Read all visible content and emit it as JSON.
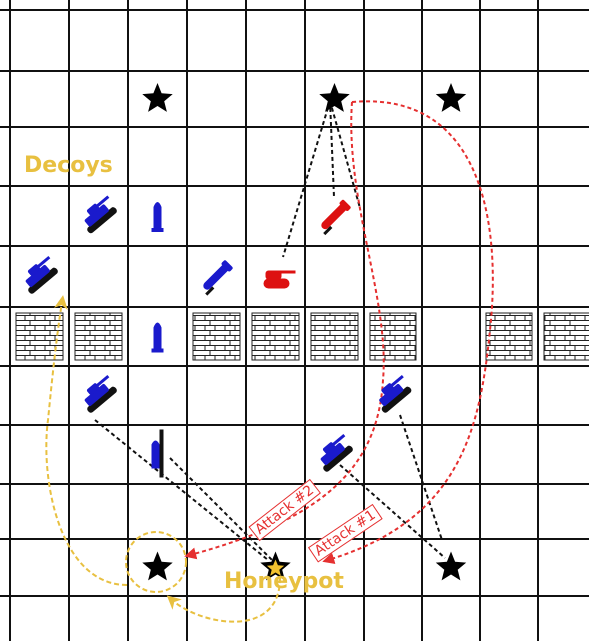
{
  "labels": {
    "decoys": "Decoys",
    "honeypot": "Honeypot",
    "attack1": "Attack #1",
    "attack2": "Attack #2"
  },
  "colors": {
    "grid": "#111111",
    "defender": "#1a1acc",
    "attacker": "#dd1111",
    "attack_path": "#e53030",
    "decoy_path": "#e8c040",
    "star": "#000000",
    "honeypot_star": "#f2c230"
  },
  "grid": {
    "columns": 10,
    "rows": 11
  },
  "icons": {
    "stars": [
      {
        "col": 2,
        "row": 1,
        "type": "target"
      },
      {
        "col": 5,
        "row": 1,
        "type": "target"
      },
      {
        "col": 7,
        "row": 1,
        "type": "target"
      },
      {
        "col": 2,
        "row": 9,
        "type": "target"
      },
      {
        "col": 4,
        "row": 9,
        "type": "honeypot"
      },
      {
        "col": 7,
        "row": 9,
        "type": "target"
      }
    ],
    "walls": [
      [
        0,
        5
      ],
      [
        1,
        5
      ],
      [
        3,
        5
      ],
      [
        4,
        5
      ],
      [
        5,
        5
      ],
      [
        6,
        5
      ],
      [
        8,
        5
      ],
      [
        9,
        5
      ]
    ],
    "defenders": [
      {
        "col": 1,
        "row": 3,
        "kind": "tank"
      },
      {
        "col": 2,
        "row": 3,
        "kind": "missile"
      },
      {
        "col": 0,
        "row": 4,
        "kind": "tank"
      },
      {
        "col": 3,
        "row": 4,
        "kind": "artillery"
      },
      {
        "col": 2,
        "row": 5,
        "kind": "missile"
      },
      {
        "col": 1,
        "row": 6,
        "kind": "tank"
      },
      {
        "col": 6,
        "row": 6,
        "kind": "tank"
      },
      {
        "col": 2,
        "row": 7,
        "kind": "infantry"
      },
      {
        "col": 5,
        "row": 7,
        "kind": "tank"
      }
    ],
    "attackers": [
      {
        "col": 5,
        "row": 3,
        "kind": "artillery"
      },
      {
        "col": 4,
        "row": 4,
        "kind": "tank"
      }
    ]
  }
}
